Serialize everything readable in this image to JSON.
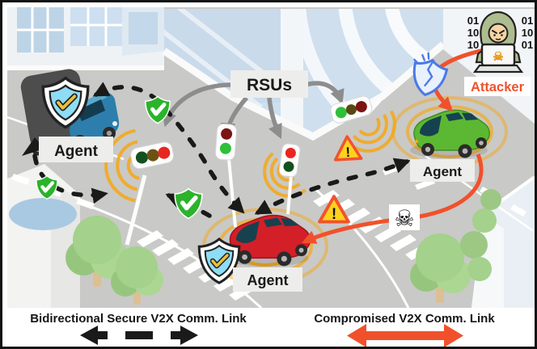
{
  "diagram": {
    "rsus_label": "RSUs",
    "agents": [
      "Agent",
      "Agent",
      "Agent"
    ],
    "attacker": {
      "label": "Attacker",
      "code_left": [
        "01",
        "10",
        "10"
      ],
      "code_right": [
        "01",
        "10",
        "01"
      ]
    }
  },
  "glyphs": {
    "skull": "☠",
    "warning": "!"
  },
  "legend": {
    "secure": "Bidirectional Secure V2X Comm. Link",
    "compromised": "Compromised V2X Comm. Link"
  },
  "colors": {
    "secure_link": "#1a1a1a",
    "compromised_link": "#f0512c",
    "rsu_arrow": "#8d8d8d",
    "shield_secure": "#2bb32b",
    "shield_protect": "#8edcf5",
    "wave": "#f3a81c",
    "warning_fill": "#ffd21f",
    "warning_border": "#f2522e",
    "attacker_text": "#f0512c"
  }
}
